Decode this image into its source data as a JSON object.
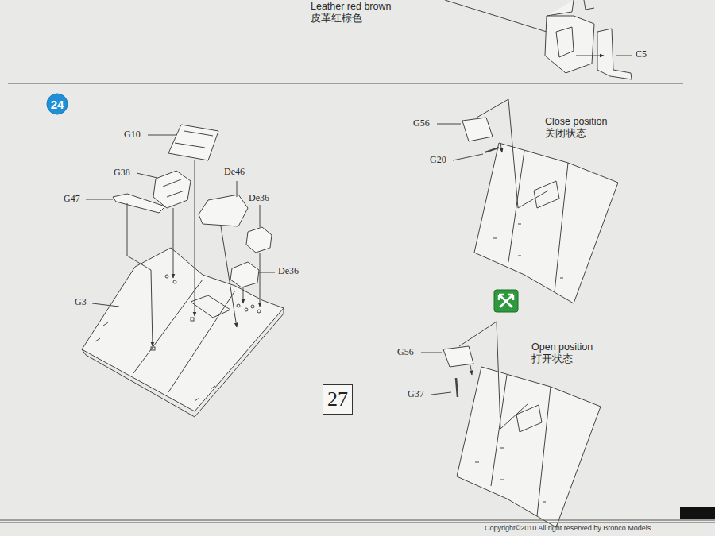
{
  "diagram": {
    "nodes": [
      {
        "text": [
          "24"
        ]
      },
      {
        "text": [
          "27"
        ]
      }
    ],
    "labels": [
      "Leather red brown",
      "皮革红棕色",
      "C5",
      "G10",
      "G38",
      "G47",
      "De46",
      "De36",
      "De36",
      "G3",
      "G56",
      "G20",
      "Close position",
      "关闭状态",
      "G56",
      "G37",
      "Open position",
      "打开状态",
      "Copyright©2010  All right reserved by Bronco Models"
    ]
  }
}
